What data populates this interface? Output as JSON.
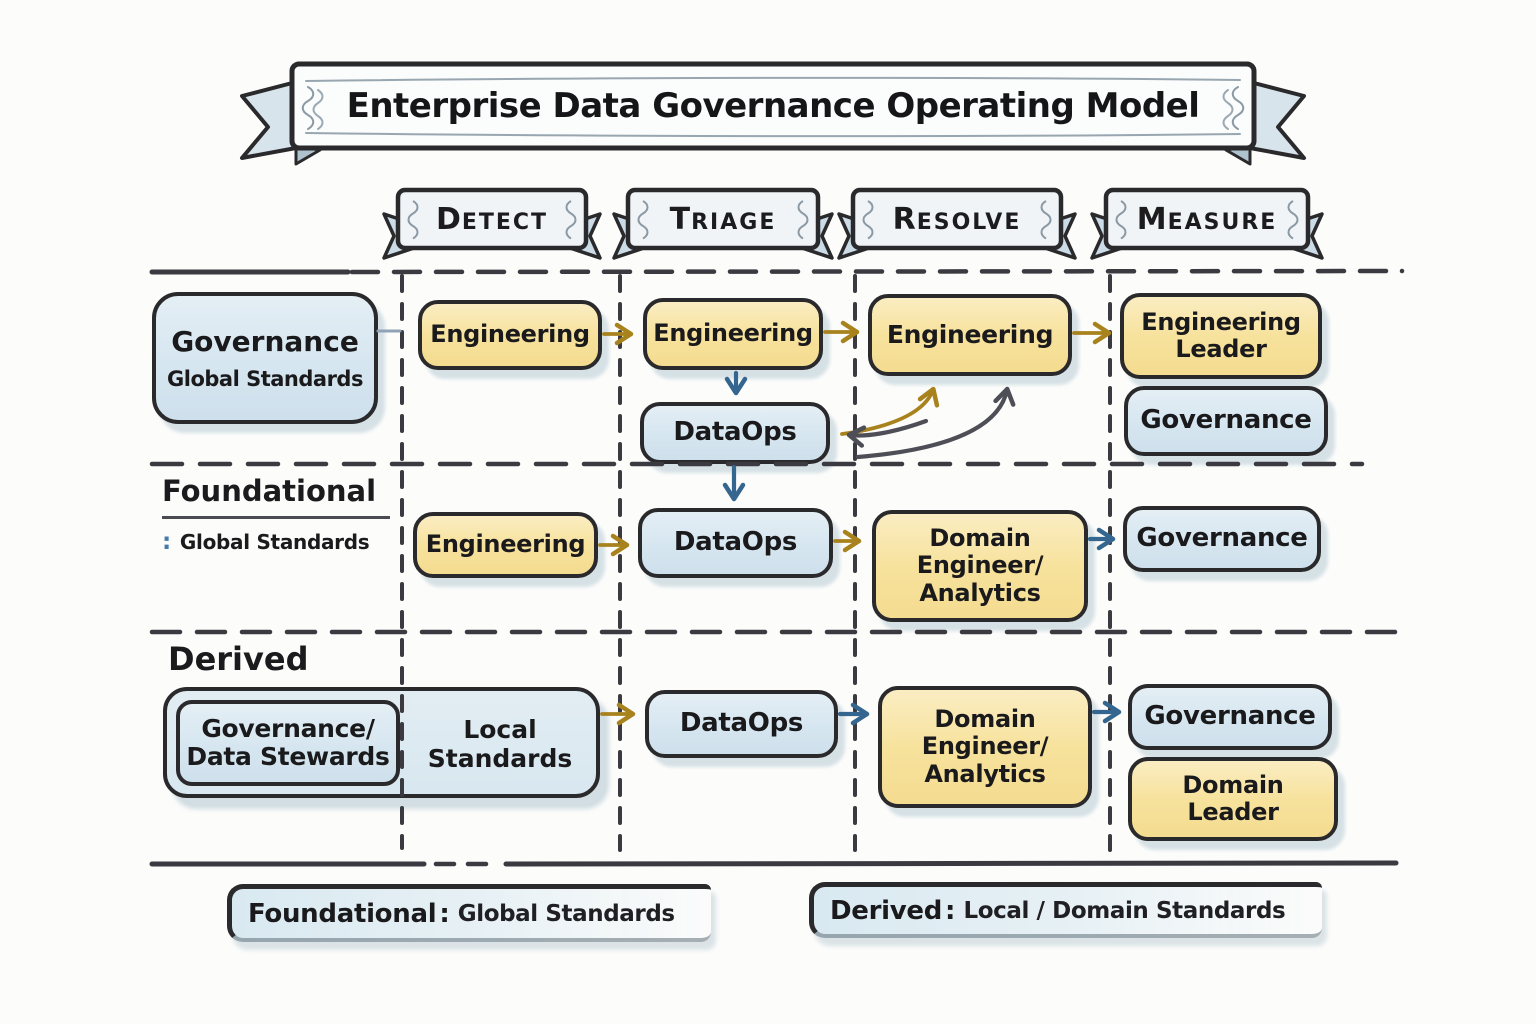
{
  "title": {
    "text": "Enterprise Data Governance Operating Model"
  },
  "columns": [
    {
      "label": "Detect"
    },
    {
      "label": "Triage"
    },
    {
      "label": "Resolve"
    },
    {
      "label": "Measure"
    }
  ],
  "row_labels": {
    "row1": {
      "title": "Governance",
      "subtitle": "Global Standards"
    },
    "row2": {
      "title": "Foundational",
      "colon": ":",
      "subtitle": "Global Standards"
    },
    "row3": {
      "title": "Derived"
    }
  },
  "nodes": {
    "r1_detect": "Engineering",
    "r1_triage": "Engineering",
    "r1_dataops": "DataOps",
    "r1_resolve": "Engineering",
    "r1_measure_leader": "Engineering\nLeader",
    "r1_measure_governance": "Governance",
    "r2_detect": "Engineering",
    "r2_triage": "DataOps",
    "r2_resolve": "Domain\nEngineer/\nAnalytics",
    "r2_measure": "Governance",
    "r3_owners": "Governance/\nData Stewards",
    "r3_standards": "Local\nStandards",
    "r3_triage": "DataOps",
    "r3_resolve": "Domain\nEngineer/\nAnalytics",
    "r3_measure_governance": "Governance",
    "r3_measure_leader": "Domain\nLeader"
  },
  "legend": [
    {
      "term": "Foundational",
      "colon": ":",
      "value": "Global Standards"
    },
    {
      "term": "Derived",
      "colon": ":",
      "value": "Local / Domain Standards"
    }
  ],
  "colors": {
    "node_yellow": "#F7E29B",
    "node_blue": "#D6E5F0",
    "ribbon_fill": "#F0F4F7",
    "border_ink": "#2A2A2C",
    "arrow_gold": "#A8821C",
    "arrow_blue": "#35668F",
    "arrow_dark": "#4E4E56"
  }
}
